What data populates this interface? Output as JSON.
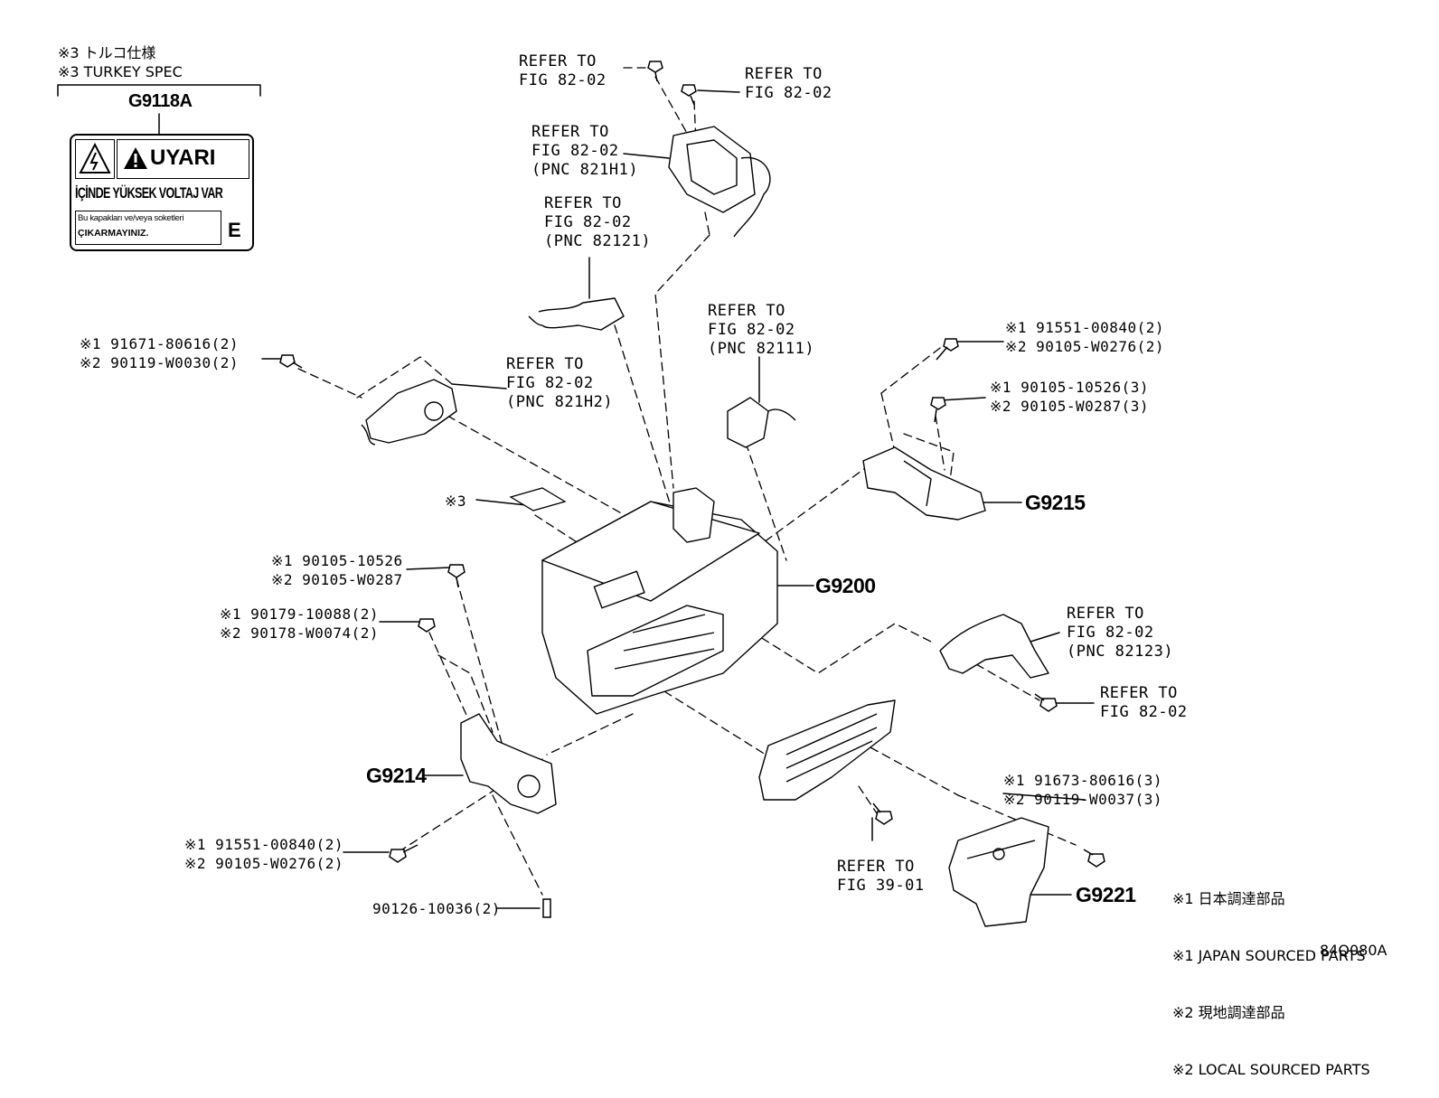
{
  "turkey_note": {
    "line1": "※3 トルコ仕様",
    "line2": "※3 TURKEY SPEC",
    "part": "G9118A",
    "label": {
      "warn": "UYARI",
      "voltage": "İÇİNDE YÜKSEK VOLTAJ VAR",
      "sub1": "Bu kapakları ve/veya soketleri",
      "sub2": "ÇIKARMAYINIZ.",
      "code": "E"
    }
  },
  "refs": {
    "r1": [
      "REFER TO",
      "FIG 82-02"
    ],
    "r2": [
      "REFER TO",
      "FIG 82-02"
    ],
    "r3": [
      "REFER TO",
      "FIG 82-02",
      "(PNC 821H1)"
    ],
    "r4": [
      "REFER TO",
      "FIG 82-02",
      "(PNC 82121)"
    ],
    "r5": [
      "REFER TO",
      "FIG 82-02",
      "(PNC 82111)"
    ],
    "r6": [
      "REFER TO",
      "FIG 82-02",
      "(PNC 821H2)"
    ],
    "r7": [
      "REFER TO",
      "FIG 82-02",
      "(PNC 82123)"
    ],
    "r8": [
      "REFER TO",
      "FIG 82-02"
    ],
    "r9": [
      "REFER TO",
      "FIG 39-01"
    ]
  },
  "fasteners": {
    "f1": [
      "※1 91671-80616(2)",
      "※2 90119-W0030(2)"
    ],
    "f2": [
      "※1 91551-00840(2)",
      "※2 90105-W0276(2)"
    ],
    "f3": [
      "※1 90105-10526(3)",
      "※2 90105-W0287(3)"
    ],
    "f4": [
      "※1 90105-10526",
      "※2 90105-W0287"
    ],
    "f5": [
      "※1 90179-10088(2)",
      "※2 90178-W0074(2)"
    ],
    "f6": [
      "※1 91551-00840(2)",
      "※2 90105-W0276(2)"
    ],
    "f7": [
      "※1 91673-80616(3)",
      "※2 90119-W0037(3)"
    ],
    "f8": "90126-10036(2)",
    "n3": "※3"
  },
  "parts": {
    "g9215": "G9215",
    "g9200": "G9200",
    "g9214": "G9214",
    "g9221": "G9221"
  },
  "legend": [
    "※1 日本調達部品",
    "※1 JAPAN SOURCED PARTS",
    "※2 現地調達部品",
    "※2 LOCAL SOURCED PARTS"
  ],
  "diagram_code": "84Q080A"
}
